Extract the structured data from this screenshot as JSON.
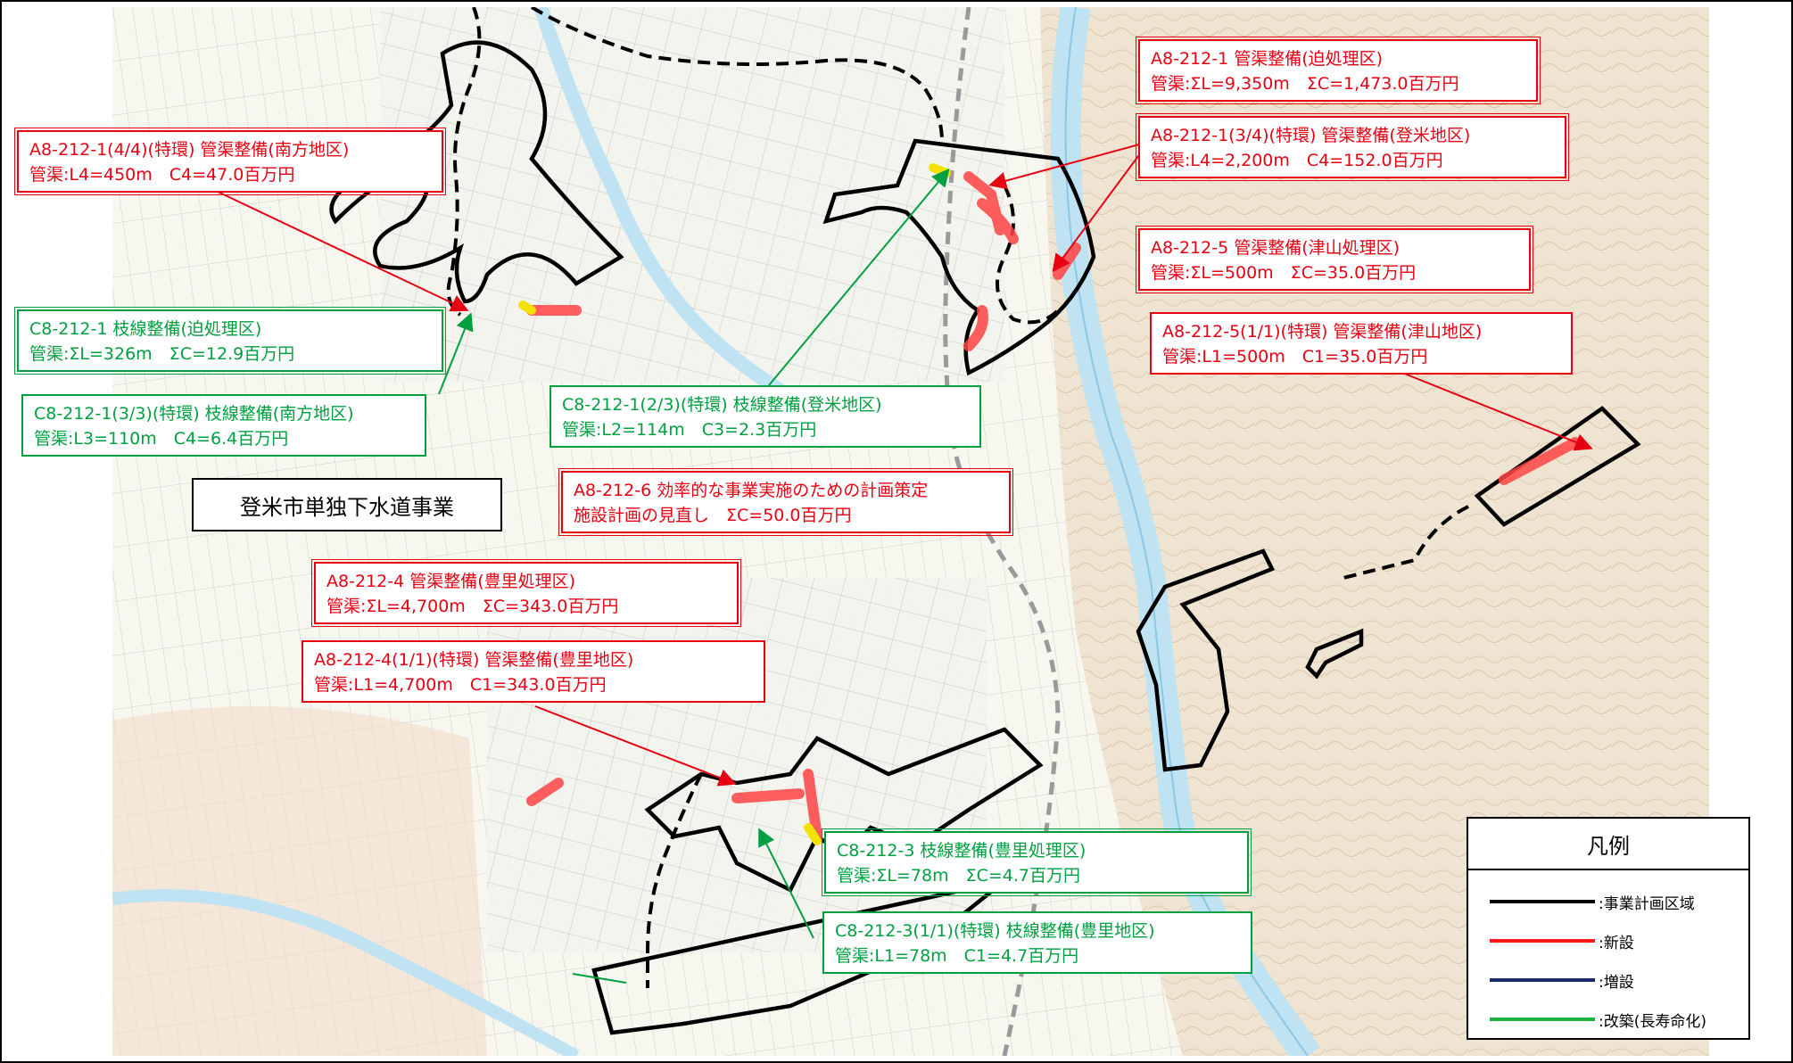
{
  "map_title": "登米市単独下水道事業",
  "legend": {
    "title": "凡例",
    "items": [
      {
        "color": "#000000",
        "label": ":事業計画区域"
      },
      {
        "color": "#ff1a1a",
        "label": ":新設"
      },
      {
        "color": "#1a2a6e",
        "label": ":増設"
      },
      {
        "color": "#20b040",
        "label": ":改築(長寿命化)"
      }
    ]
  },
  "callouts": [
    {
      "id": "c1",
      "color": "red",
      "lines": [
        "A8-212-1(4/4)(特環) 管渠整備(南方地区)",
        "管渠:L4=450m　C4=47.0百万円"
      ]
    },
    {
      "id": "c2",
      "color": "green",
      "lines": [
        "C8-212-1 枝線整備(迫処理区)",
        "管渠:ΣL=326m　ΣC=12.9百万円"
      ]
    },
    {
      "id": "c3",
      "color": "green",
      "lines": [
        "C8-212-1(3/3)(特環) 枝線整備(南方地区)",
        "管渠:L3=110m　C4=6.4百万円"
      ]
    },
    {
      "id": "c4",
      "color": "red",
      "lines": [
        "A8-212-1 管渠整備(迫処理区)",
        "管渠:ΣL=9,350m　ΣC=1,473.0百万円"
      ]
    },
    {
      "id": "c5",
      "color": "red",
      "lines": [
        "A8-212-1(3/4)(特環) 管渠整備(登米地区)",
        "管渠:L4=2,200m　C4=152.0百万円"
      ]
    },
    {
      "id": "c6",
      "color": "red",
      "lines": [
        "A8-212-5 管渠整備(津山処理区)",
        "管渠:ΣL=500m　ΣC=35.0百万円"
      ]
    },
    {
      "id": "c7",
      "color": "red",
      "lines": [
        "A8-212-5(1/1)(特環) 管渠整備(津山地区)",
        "管渠:L1=500m　C1=35.0百万円"
      ]
    },
    {
      "id": "c8",
      "color": "green",
      "lines": [
        "C8-212-1(2/3)(特環) 枝線整備(登米地区)",
        "管渠:L2=114m　C3=2.3百万円"
      ]
    },
    {
      "id": "c9",
      "color": "red",
      "lines": [
        "A8-212-6 効率的な事業実施のための計画策定",
        "施設計画の見直し　ΣC=50.0百万円"
      ]
    },
    {
      "id": "c10",
      "color": "red",
      "lines": [
        "A8-212-4 管渠整備(豊里処理区)",
        "管渠:ΣL=4,700m　ΣC=343.0百万円"
      ]
    },
    {
      "id": "c11",
      "color": "red",
      "lines": [
        "A8-212-4(1/1)(特環) 管渠整備(豊里地区)",
        "管渠:L1=4,700m　C1=343.0百万円"
      ]
    },
    {
      "id": "c12",
      "color": "green",
      "lines": [
        "C8-212-3 枝線整備(豊里処理区)",
        "管渠:ΣL=78m　ΣC=4.7百万円"
      ]
    },
    {
      "id": "c13",
      "color": "green",
      "lines": [
        "C8-212-3(1/1)(特環) 枝線整備(豊里地区)",
        "管渠:L1=78m　C1=4.7百万円"
      ]
    }
  ]
}
